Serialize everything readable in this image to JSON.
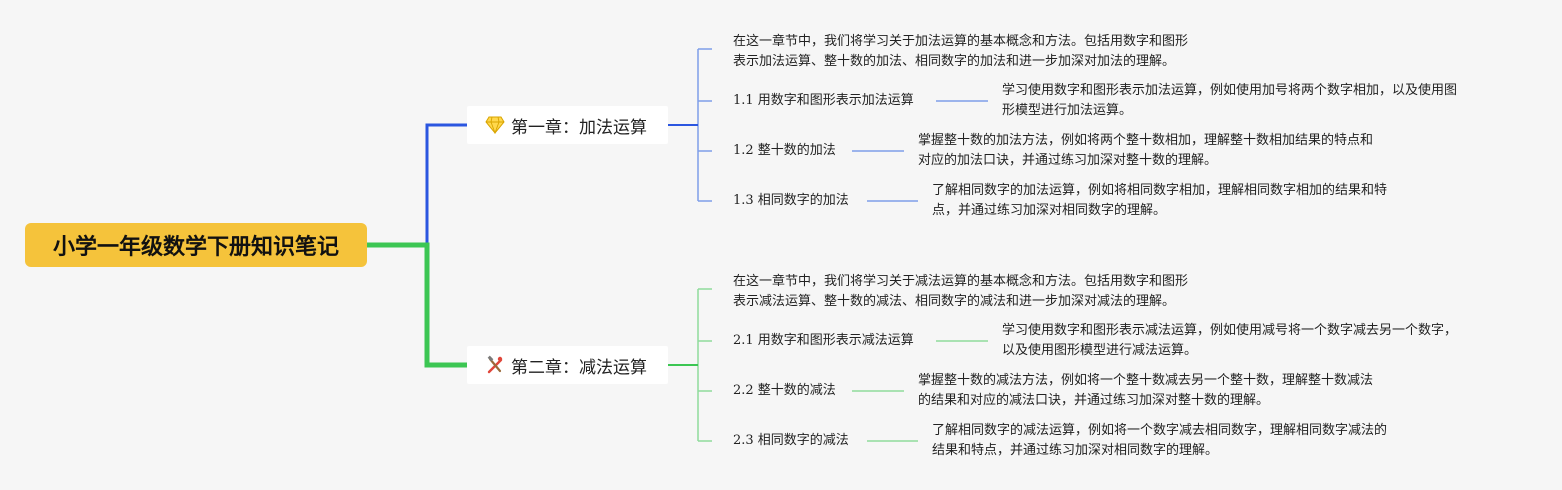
{
  "root": {
    "title": "小学一年级数学下册知识笔记"
  },
  "chapters": [
    {
      "title": "第一章：加法运算",
      "icon": "diamond-icon",
      "color": "#2b56e0",
      "sub_color": "#7f9ee8",
      "intro": "在这一章节中，我们将学习关于加法运算的基本概念和方法。包括用数字和图形\n表示加法运算、整十数的加法、相同数字的加法和进一步加深对加法的理解。",
      "sections": [
        {
          "label": "1.1 用数字和图形表示加法运算",
          "detail": "学习使用数字和图形表示加法运算，例如使用加号将两个数字相加，以及使用图\n形模型进行加法运算。"
        },
        {
          "label": "1.2 整十数的加法",
          "detail": "掌握整十数的加法方法，例如将两个整十数相加，理解整十数相加结果的特点和\n对应的加法口诀，并通过练习加深对整十数的理解。"
        },
        {
          "label": "1.3 相同数字的加法",
          "detail": "了解相同数字的加法运算，例如将相同数字相加，理解相同数字相加的结果和特\n点，并通过练习加深对相同数字的理解。"
        }
      ]
    },
    {
      "title": "第二章：减法运算",
      "icon": "tools-icon",
      "color": "#3cc653",
      "sub_color": "#8fdc9c",
      "intro": "在这一章节中，我们将学习关于减法运算的基本概念和方法。包括用数字和图形\n表示减法运算、整十数的减法、相同数字的减法和进一步加深对减法的理解。",
      "sections": [
        {
          "label": "2.1 用数字和图形表示减法运算",
          "detail": "学习使用数字和图形表示减法运算，例如使用减号将一个数字减去另一个数字，\n以及使用图形模型进行减法运算。"
        },
        {
          "label": "2.2 整十数的减法",
          "detail": "掌握整十数的减法方法，例如将一个整十数减去另一个整十数，理解整十数减法\n的结果和对应的减法口诀，并通过练习加深对整十数的理解。"
        },
        {
          "label": "2.3 相同数字的减法",
          "detail": "了解相同数字的减法运算，例如将一个数字减去相同数字，理解相同数字减法的\n结果和特点，并通过练习加深对相同数字的理解。"
        }
      ]
    }
  ]
}
